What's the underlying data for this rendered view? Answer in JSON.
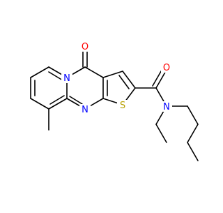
{
  "molecule": {
    "atom_labels": {
      "carbonyl_oxygen": "O",
      "amide_oxygen": "O",
      "ring_nitrogen_bridgehead": "N",
      "ring_nitrogen_imine": "N",
      "thiophene_sulfur": "S",
      "amide_nitrogen": "N"
    },
    "colors": {
      "oxygen": "#ff0000",
      "nitrogen": "#0000ff",
      "sulfur": "#b8a000",
      "bond": "#000000"
    }
  }
}
